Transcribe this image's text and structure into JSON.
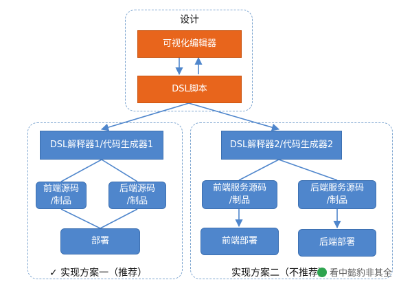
{
  "design_group": {
    "label": "设计",
    "visual_editor": "可视化编辑器",
    "dsl_script": "DSL脚本"
  },
  "scheme1": {
    "interpreter": "DSL解释器1/代码生成器1",
    "frontend_source": "前端源码\n/制品",
    "backend_source": "后端源码\n/制品",
    "deploy": "部署",
    "caption": "✓ 实现方案一（推荐）"
  },
  "scheme2": {
    "interpreter": "DSL解释器2/代码生成器2",
    "frontend_service_source": "前端服务源码\n/制品",
    "backend_service_source": "后端服务源码\n/制品",
    "frontend_deploy": "前端部署",
    "backend_deploy": "后端部署",
    "caption": "实现方案二（不推荐）"
  },
  "watermark": {
    "text": "看中懿豹非其全"
  },
  "colors": {
    "orange": "#e8651c",
    "blue": "#4f86cc",
    "dashed_border": "#7aa3cf",
    "connector": "#4f86cc"
  }
}
